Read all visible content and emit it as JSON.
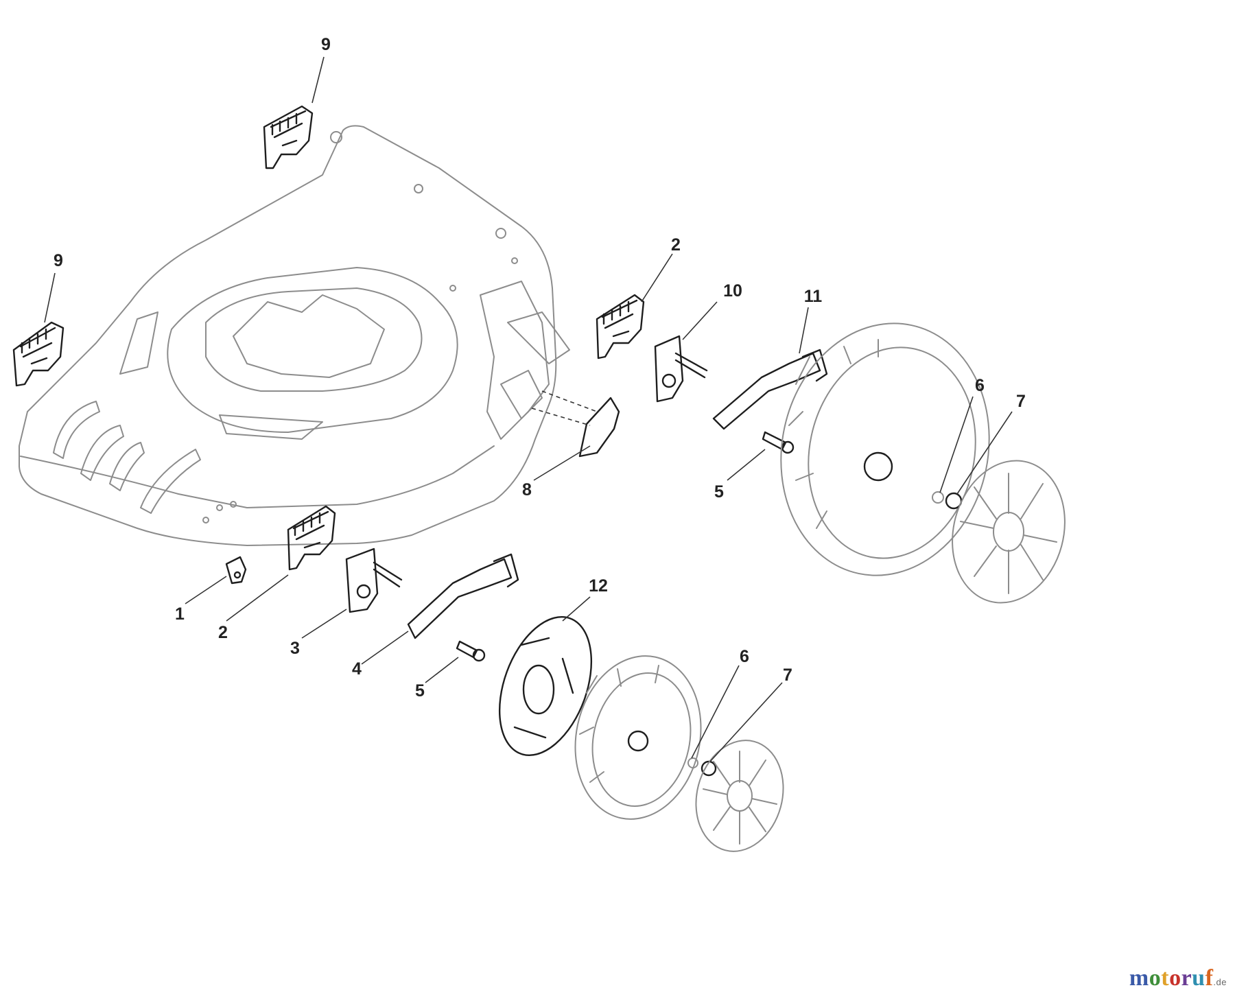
{
  "diagram": {
    "callouts": [
      {
        "id": "c9a",
        "label": "9"
      },
      {
        "id": "c9b",
        "label": "9"
      },
      {
        "id": "c2a",
        "label": "2"
      },
      {
        "id": "c10",
        "label": "10"
      },
      {
        "id": "c11",
        "label": "11"
      },
      {
        "id": "c6a",
        "label": "6"
      },
      {
        "id": "c7a",
        "label": "7"
      },
      {
        "id": "c8",
        "label": "8"
      },
      {
        "id": "c5a",
        "label": "5"
      },
      {
        "id": "c12",
        "label": "12"
      },
      {
        "id": "c1",
        "label": "1"
      },
      {
        "id": "c2b",
        "label": "2"
      },
      {
        "id": "c3",
        "label": "3"
      },
      {
        "id": "c4",
        "label": "4"
      },
      {
        "id": "c5b",
        "label": "5"
      },
      {
        "id": "c6b",
        "label": "6"
      },
      {
        "id": "c7b",
        "label": "7"
      }
    ]
  },
  "watermark": {
    "letters": [
      "m",
      "o",
      "t",
      "o",
      "r",
      "u",
      "f"
    ],
    "suffix": ".de",
    "colors": [
      "#3a5aa8",
      "#3f8f3a",
      "#e0a12a",
      "#c8322b",
      "#6a3d94",
      "#2f8fb0",
      "#d9651f"
    ]
  }
}
